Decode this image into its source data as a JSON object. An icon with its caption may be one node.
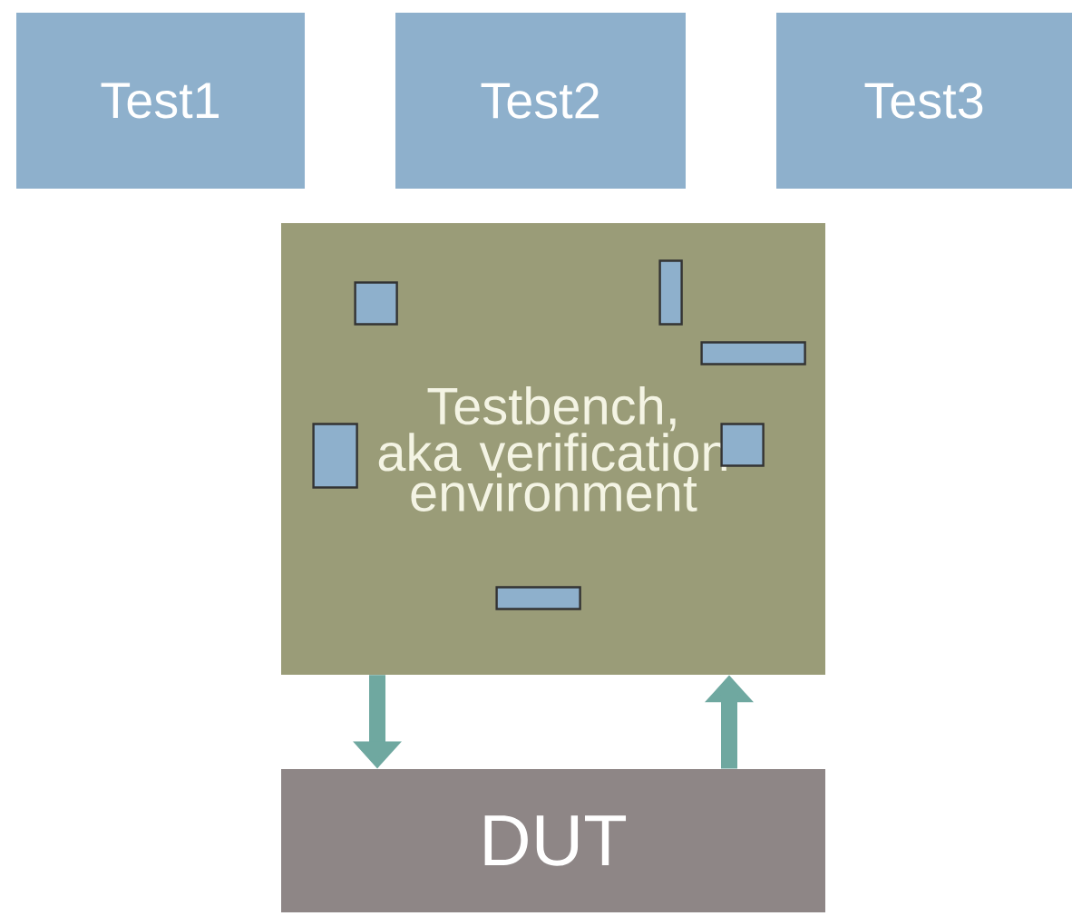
{
  "diagram": {
    "nodes": [
      {
        "text": [
          "Test1"
        ]
      },
      {
        "text": [
          "Test2"
        ]
      },
      {
        "text": [
          "Test3"
        ]
      },
      {
        "text": [
          "Testbench, aka verification environment"
        ]
      },
      {
        "text": [
          "DUT"
        ]
      },
      {
        "text": [],
        "shape": "box",
        "in": 3
      },
      {
        "text": [],
        "shape": "box",
        "in": 3
      },
      {
        "text": [],
        "shape": "box",
        "in": 3
      },
      {
        "text": [],
        "shape": "box",
        "in": 3
      },
      {
        "text": [],
        "shape": "box",
        "in": 3
      },
      {
        "text": [],
        "shape": "box",
        "in": 3
      }
    ],
    "edges": [
      {
        "from": 3,
        "to": 4,
        "arrow": "to"
      },
      {
        "from": 4,
        "to": 3,
        "arrow": "to"
      }
    ]
  }
}
